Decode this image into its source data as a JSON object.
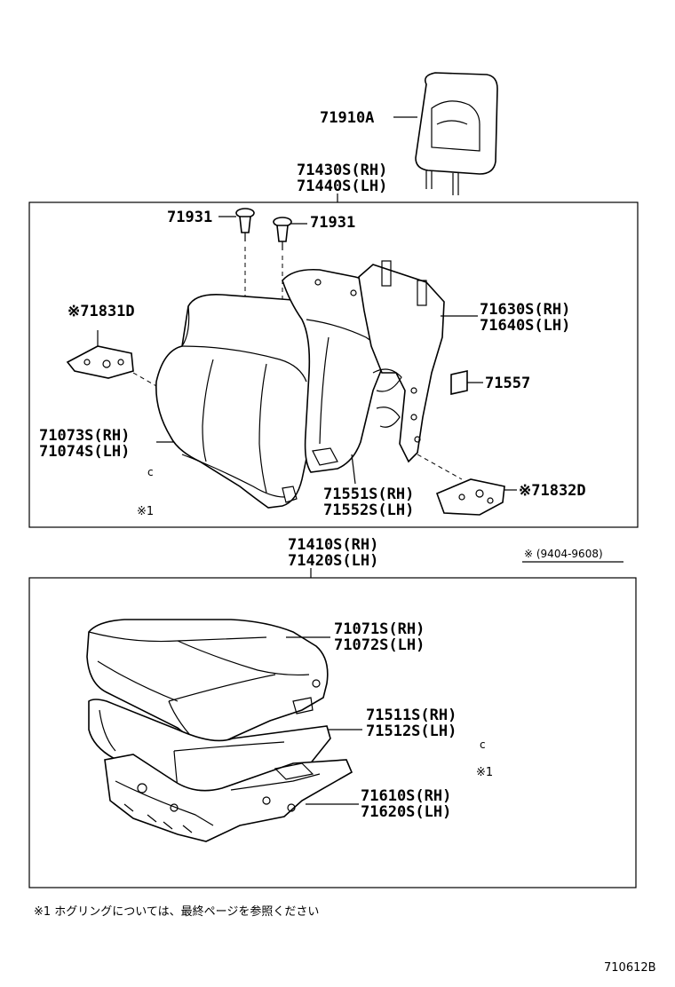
{
  "parts": {
    "headrest": "71910A",
    "back_assy_rh": "71430S(RH)",
    "back_assy_lh": "71440S(LH)",
    "clip_left": "71931",
    "clip_right": "71931",
    "hinge_cover_left": "※71831D",
    "back_frame_rh": "71630S(RH)",
    "back_frame_lh": "71640S(LH)",
    "pad_71557": "71557",
    "back_cover_rh": "71073S(RH)",
    "back_cover_lh": "71074S(LH)",
    "back_pad_rh": "71551S(RH)",
    "back_pad_lh": "71552S(LH)",
    "hinge_cover_right": "※71832D",
    "cushion_assy_rh": "71410S(RH)",
    "cushion_assy_lh": "71420S(LH)",
    "cushion_cover_rh": "71071S(RH)",
    "cushion_cover_lh": "71072S(LH)",
    "cushion_pad_rh": "71511S(RH)",
    "cushion_pad_lh": "71512S(LH)",
    "seat_frame_rh": "71610S(RH)",
    "seat_frame_lh": "71620S(LH)"
  },
  "marks": {
    "hog_ring_1": "※1",
    "hog_ring_2": "※1",
    "hog_ring_letter": "c"
  },
  "date_range": "※ (9404-9608)",
  "footnote": "※1  ホグリングについては、最終ページを参照ください",
  "diagram_id": "710612B"
}
